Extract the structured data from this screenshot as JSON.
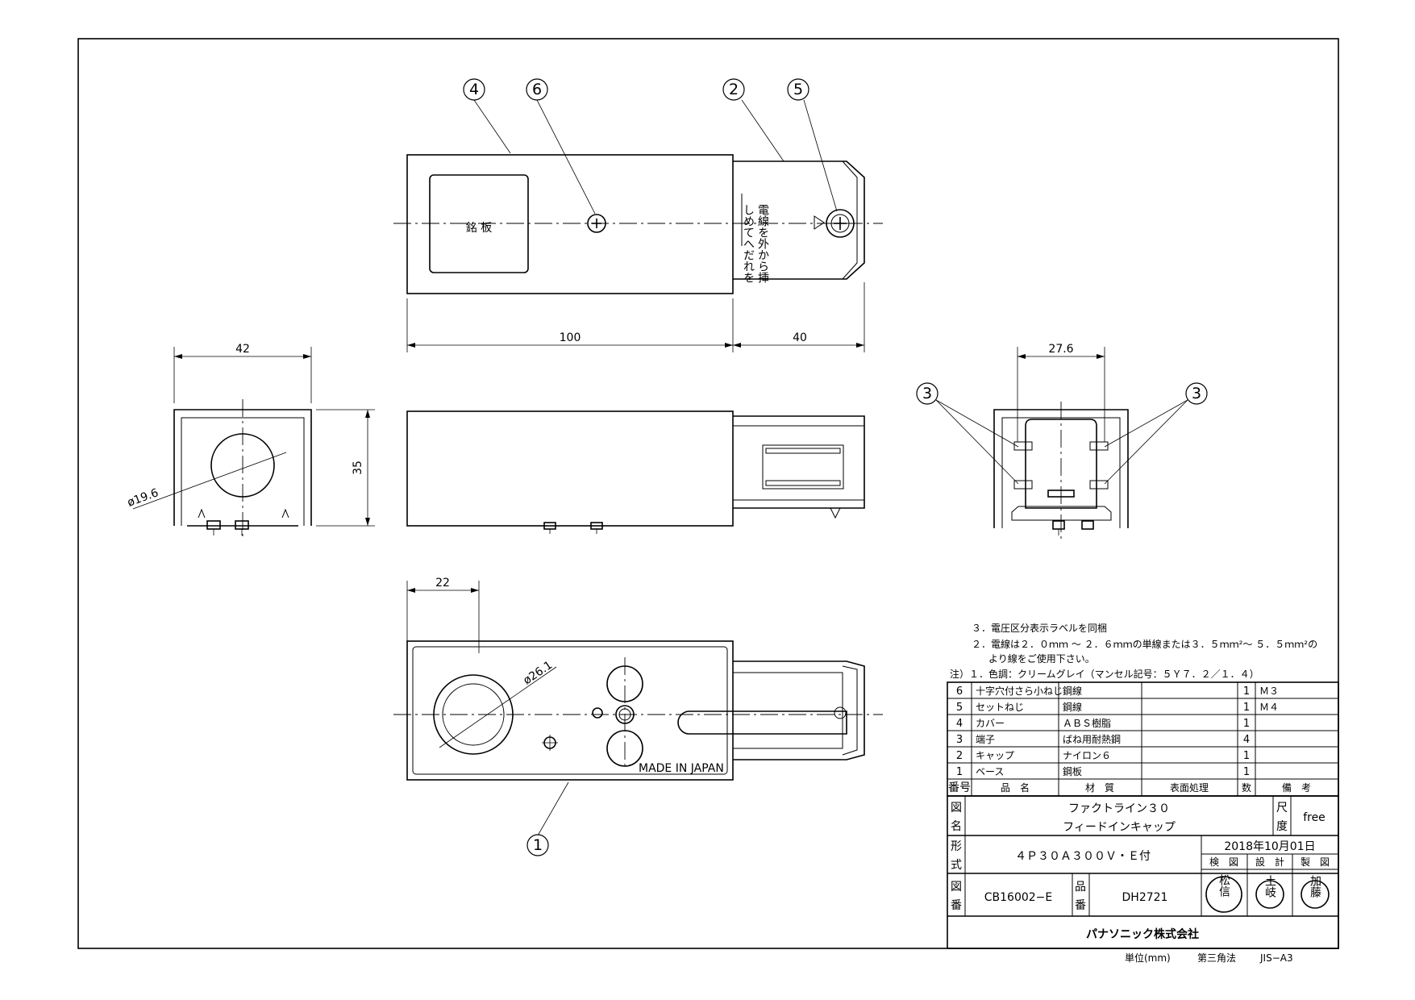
{
  "drawing": {
    "dims": {
      "len_body": "100",
      "len_cap": "40",
      "width": "42",
      "height": "35",
      "hole_dia_side": "ø19.6",
      "pitch": "27.6",
      "offset": "22",
      "hole_dia_bottom": "ø26.1"
    },
    "balloons": {
      "b1": "1",
      "b2": "2",
      "b3a": "3",
      "b3b": "3",
      "b4": "4",
      "b5": "5",
      "b6": "6"
    },
    "nameplate": "銘 板",
    "cap_text_1": "しめてへだれを",
    "cap_text_2": "電線を外から挿",
    "made_in": "MADE IN JAPAN"
  },
  "notes": {
    "n3": "３．電圧区分表示ラベルを同梱",
    "n2a": "２．電線は２．０ｍｍ ～ ２．６ｍｍの単線または３．５ｍｍ²～ ５．５ｍｍ²の",
    "n2b": "より線をご使用下さい。",
    "n1": "注）１．色調：クリームグレイ（マンセル記号：５Ｙ７．２／１．４）"
  },
  "parts_header": {
    "no": "番号",
    "name": "品　名",
    "material": "材　質",
    "finish": "表面処理",
    "qty": "数",
    "remarks": "備　考"
  },
  "parts": [
    {
      "no": "6",
      "name": "十字穴付さら小ねじ",
      "material": "鋼線",
      "finish": "",
      "qty": "1",
      "remarks": "Ｍ３"
    },
    {
      "no": "5",
      "name": "セットねじ",
      "material": "鋼線",
      "finish": "",
      "qty": "1",
      "remarks": "Ｍ４"
    },
    {
      "no": "4",
      "name": "カバー",
      "material": "ＡＢＳ樹脂",
      "finish": "",
      "qty": "1",
      "remarks": ""
    },
    {
      "no": "3",
      "name": "端子",
      "material": "ばね用耐熱鋼",
      "finish": "",
      "qty": "4",
      "remarks": ""
    },
    {
      "no": "2",
      "name": "キャップ",
      "material": "ナイロン６",
      "finish": "",
      "qty": "1",
      "remarks": ""
    },
    {
      "no": "1",
      "name": "ベース",
      "material": "鋼板",
      "finish": "",
      "qty": "1",
      "remarks": ""
    }
  ],
  "title_block": {
    "zumei_label_1": "図",
    "zumei_label_2": "名",
    "title_1": "ファクトライン３０",
    "title_2": "フィードインキャップ",
    "scale_label_1": "尺",
    "scale_label_2": "度",
    "scale": "free",
    "keishiki_label_1": "形",
    "keishiki_label_2": "式",
    "model": "４Ｐ３０Ａ３００Ｖ・Ｅ付",
    "date": "2018年10月01日",
    "check": "検　図",
    "design": "設　計",
    "draft": "製　図",
    "zuban_label_1": "図",
    "zuban_label_2": "番",
    "drawing_no": "CB16002−E",
    "hinban_label_1": "品",
    "hinban_label_2": "番",
    "part_no": "DH2721",
    "stamp_1": "松\n信",
    "stamp_2": "土\n岐",
    "stamp_3": "加\n藤",
    "company": "パナソニック株式会社"
  },
  "footer": {
    "unit": "単位(mm)",
    "projection": "第三角法",
    "size": "JIS−A3"
  }
}
